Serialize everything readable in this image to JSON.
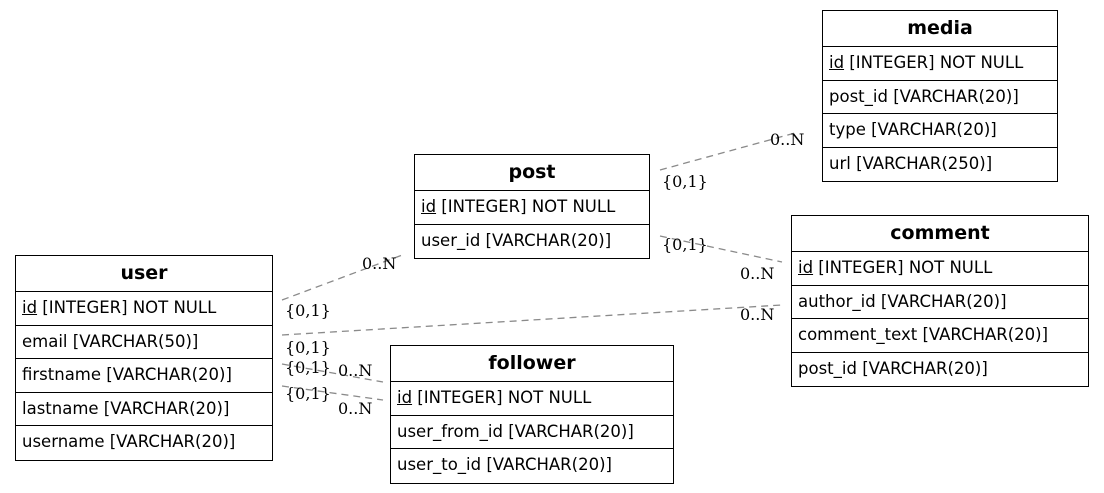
{
  "entities": {
    "media": {
      "title": "media",
      "attrs": [
        {
          "name": "id",
          "type": " [INTEGER] NOT NULL",
          "pk": true
        },
        {
          "name": "post_id",
          "type": " [VARCHAR(20)]",
          "pk": false
        },
        {
          "name": "type",
          "type": " [VARCHAR(20)]",
          "pk": false
        },
        {
          "name": "url",
          "type": " [VARCHAR(250)]",
          "pk": false
        }
      ]
    },
    "post": {
      "title": "post",
      "attrs": [
        {
          "name": "id",
          "type": " [INTEGER] NOT NULL",
          "pk": true
        },
        {
          "name": "user_id",
          "type": " [VARCHAR(20)]",
          "pk": false
        }
      ]
    },
    "comment": {
      "title": "comment",
      "attrs": [
        {
          "name": "id",
          "type": " [INTEGER] NOT NULL",
          "pk": true
        },
        {
          "name": "author_id",
          "type": " [VARCHAR(20)]",
          "pk": false
        },
        {
          "name": "comment_text",
          "type": " [VARCHAR(20)]",
          "pk": false
        },
        {
          "name": "post_id",
          "type": " [VARCHAR(20)]",
          "pk": false
        }
      ]
    },
    "user": {
      "title": "user",
      "attrs": [
        {
          "name": "id",
          "type": " [INTEGER] NOT NULL",
          "pk": true
        },
        {
          "name": "email",
          "type": " [VARCHAR(50)]",
          "pk": false
        },
        {
          "name": "firstname",
          "type": " [VARCHAR(20)]",
          "pk": false
        },
        {
          "name": "lastname",
          "type": " [VARCHAR(20)]",
          "pk": false
        },
        {
          "name": "username",
          "type": " [VARCHAR(20)]",
          "pk": false
        }
      ]
    },
    "follower": {
      "title": "follower",
      "attrs": [
        {
          "name": "id",
          "type": " [INTEGER] NOT NULL",
          "pk": true
        },
        {
          "name": "user_from_id",
          "type": " [VARCHAR(20)]",
          "pk": false
        },
        {
          "name": "user_to_id",
          "type": " [VARCHAR(20)]",
          "pk": false
        }
      ]
    }
  },
  "relationships": [
    {
      "from": "post",
      "to": "media",
      "from_card": "{0,1}",
      "to_card": "0..N"
    },
    {
      "from": "post",
      "to": "comment",
      "from_card": "{0,1}",
      "to_card": "0..N"
    },
    {
      "from": "user",
      "to": "post",
      "from_card": "{0,1}",
      "to_card": "0..N"
    },
    {
      "from": "user",
      "to": "comment",
      "from_card": "{0,1}",
      "to_card": "0..N"
    },
    {
      "from": "user",
      "to": "follower",
      "from_card": "{0,1}",
      "to_card": "0..N"
    },
    {
      "from": "user",
      "to": "follower",
      "from_card": "{0,1}",
      "to_card": "0..N"
    }
  ]
}
